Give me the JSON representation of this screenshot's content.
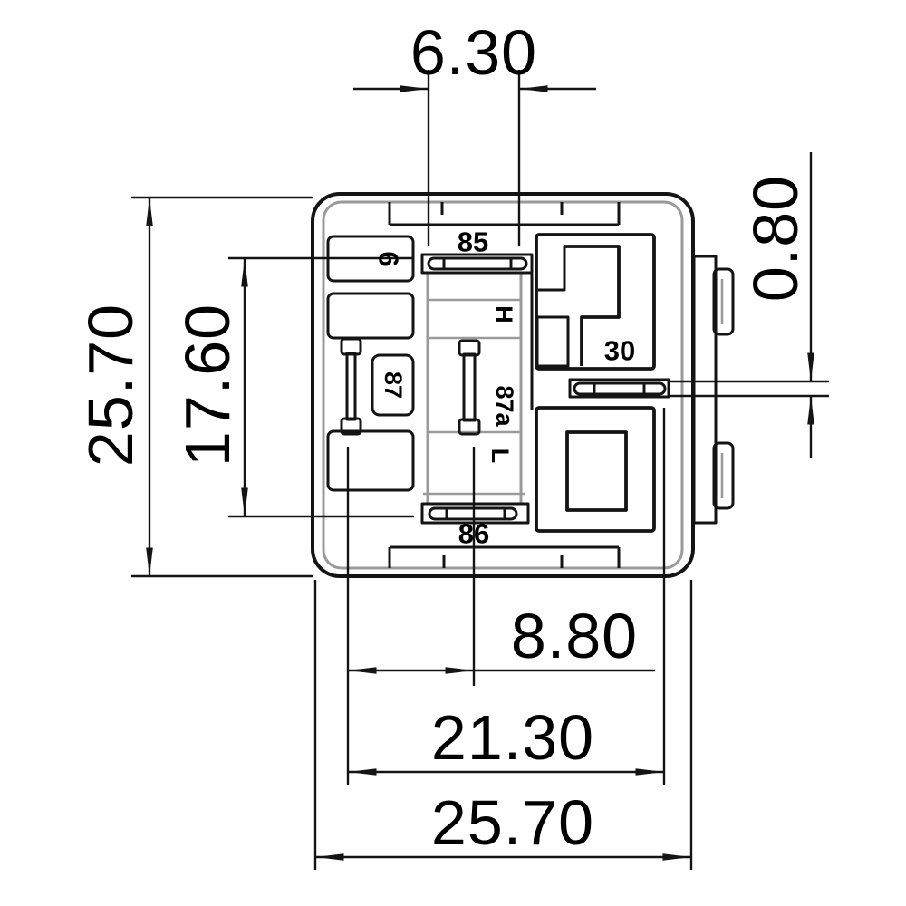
{
  "drawing": {
    "kind": "relay-socket-dimension-drawing",
    "units_implied": "mm"
  },
  "dimensions": {
    "slot85_width": "6.30",
    "slot30_height": "0.80",
    "overall_height": "25.70",
    "inner_height": "17.60",
    "pin_offset": "8.80",
    "pin_span": "21.30",
    "overall_width": "25.70"
  },
  "labels": {
    "t85": "85",
    "t86": "86",
    "t87": "87",
    "t87a": "87a",
    "t30": "30",
    "high": "H",
    "low": "L",
    "cavity": "6"
  },
  "colors": {
    "line": "#141414",
    "secondary": "#9a9a9a",
    "background": "#ffffff"
  }
}
